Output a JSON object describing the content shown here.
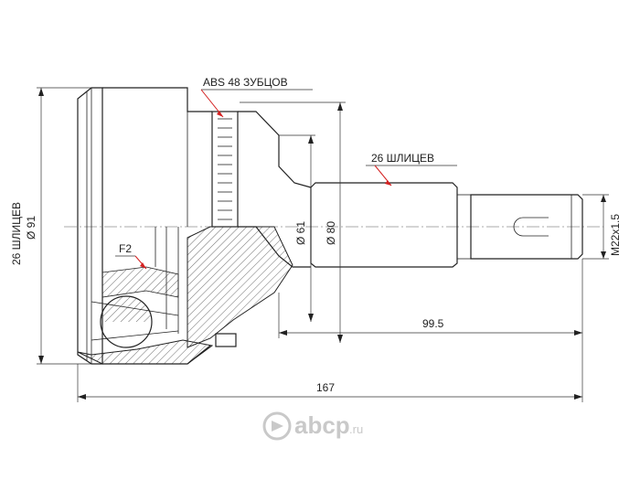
{
  "labels": {
    "abs": "ABS 48 ЗУБЦОВ",
    "splines_shaft": "26 ШЛИЦЕВ",
    "splines_left": "26 ШЛИЦЕВ",
    "dia_left": "Ø 91",
    "dia_61": "Ø 61",
    "dia_80": "Ø 80",
    "thread": "M22x1.5",
    "f2": "F2",
    "len_995": "99.5",
    "len_167": "167"
  },
  "watermark": {
    "text": "abcp",
    "suffix": ".ru"
  },
  "colors": {
    "line": "#222222",
    "accent": "#d42020",
    "watermark": "#c9c9c9"
  }
}
